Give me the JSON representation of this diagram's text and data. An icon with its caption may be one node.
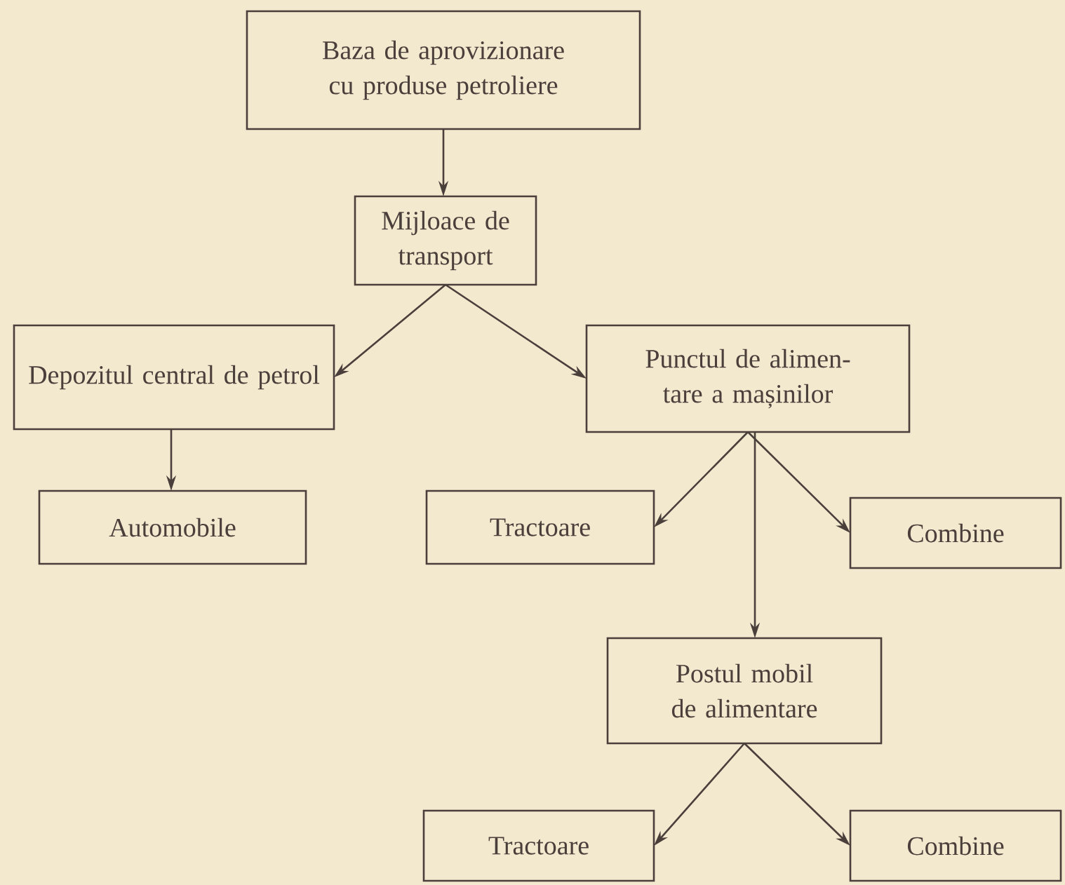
{
  "diagram": {
    "nodes": [
      {
        "text": [
          "Baza de aprovizionare cu produse petroliere"
        ]
      },
      {
        "text": [
          "Mijloace de transport"
        ]
      },
      {
        "text": [
          "Depozitul central de petrol"
        ]
      },
      {
        "text": [
          "Punctul de alimen-tare a mașinilor"
        ]
      },
      {
        "text": [
          "Automobile"
        ]
      },
      {
        "text": [
          "Tractoare"
        ]
      },
      {
        "text": [
          "Combine"
        ]
      },
      {
        "text": [
          "Postul mobil de alimentare"
        ]
      },
      {
        "text": [
          "Tractoare"
        ]
      },
      {
        "text": [
          "Combine"
        ]
      }
    ],
    "edges": [
      {
        "from": 0,
        "to": 1,
        "arrow": "to"
      },
      {
        "from": 1,
        "to": 2,
        "arrow": "to"
      },
      {
        "from": 1,
        "to": 3,
        "arrow": "to"
      },
      {
        "from": 2,
        "to": 4,
        "arrow": "to"
      },
      {
        "from": 3,
        "to": 5,
        "arrow": "to"
      },
      {
        "from": 3,
        "to": 6,
        "arrow": "to"
      },
      {
        "from": 3,
        "to": 7,
        "arrow": "to"
      },
      {
        "from": 7,
        "to": 8,
        "arrow": "to"
      },
      {
        "from": 7,
        "to": 9,
        "arrow": "to"
      }
    ]
  }
}
